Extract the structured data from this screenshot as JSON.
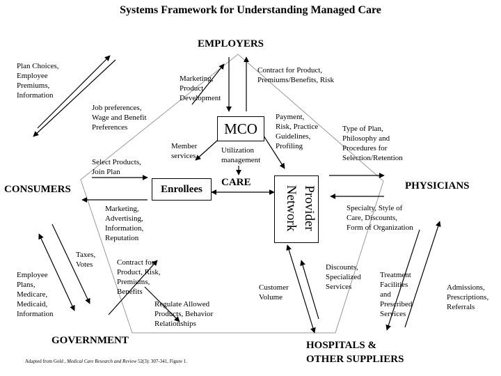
{
  "title": "Systems Framework for Understanding Managed Care",
  "nodes": {
    "employers": "EMPLOYERS",
    "consumers": "CONSUMERS",
    "physicians": "PHYSICIANS",
    "government": "GOVERNMENT",
    "hospitals": "HOSPITALS &\nOTHER SUPPLIERS",
    "mco": "MCO",
    "enrollees": "Enrollees",
    "care": "CARE",
    "provider_network": "Provider\nNetwork"
  },
  "labels": {
    "plan_choices": "Plan Choices,\nEmployee\nPremiums,\nInformation",
    "marketing_product_dev": "Marketing,\nProduct\nDevelopment",
    "contract_for_product_employers": "Contract for Product,\nPremiums/Benefits, Risk",
    "job_preferences": "Job preferences,\nWage and Benefit\nPreferences",
    "payment_risk": "Payment,\nRisk, Practice\nGuidelines,\nProfiling",
    "type_of_plan": "Type of Plan,\nPhilosophy and\nProcedures for\nSelection/Retention",
    "member_services": "Member\nservices",
    "utilization_mgmt": "Utilization\nmanagement",
    "select_products": "Select Products,\nJoin Plan",
    "marketing_advertising": "Marketing,\nAdvertising,\nInformation,\nReputation",
    "specialty_style": "Specialty, Style of\nCare, Discounts,\nForm of Organization",
    "taxes_votes": "Taxes,\nVotes",
    "employee_plans": "Employee\nPlans,\nMedicare,\nMedicaid,\nInformation",
    "contract_for_product_gov": "Contract for\nProduct, Risk,\nPremiums,\nBenefits",
    "regulate": "Regulate Allowed\nProducts, Behavior\nRelationships",
    "customer_volume": "Customer\nVolume",
    "discounts_services": "Discounts,\nSpecialized\nServices",
    "treatment_facilities": "Treatment\nFacilities\nand\nPrescribed\nServices",
    "admissions": "Admissions,\nPrescriptions,\nReferrals"
  },
  "footnote": {
    "prefix": "Adapted from Gold , ",
    "journal": "Medical Care Research and Review",
    "suffix": " 52(3): 307-341, Figure 1."
  }
}
